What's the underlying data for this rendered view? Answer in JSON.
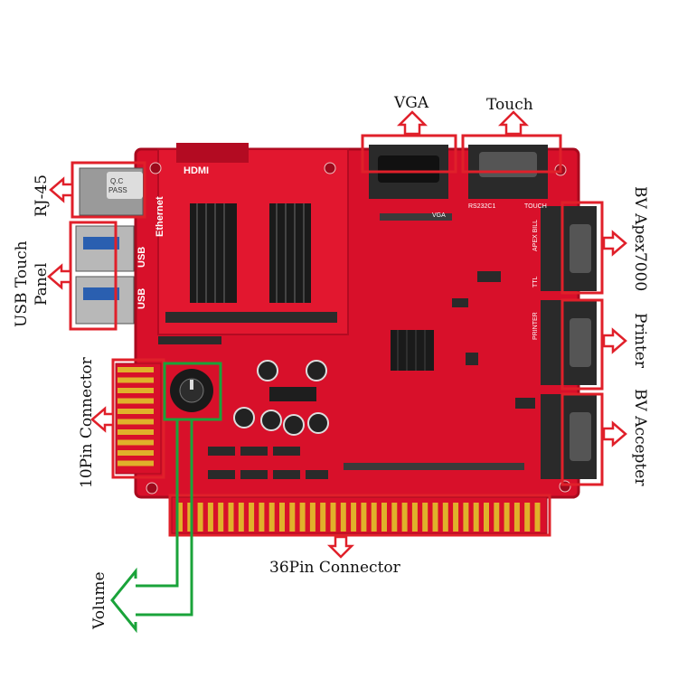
{
  "labels": {
    "vga": "VGA",
    "touch": "Touch",
    "rj45": "RJ-45",
    "usb_touch_panel": "USB Touch\nPanel",
    "usb_touch_line1": "USB Touch",
    "usb_touch_line2": "Panel",
    "pin10": "10Pin Connector",
    "pin36": "36Pin Connector",
    "volume": "Volume",
    "bv_apex": "BV Apex7000",
    "printer": "Printer",
    "bv_accepter": "BV Accepter"
  },
  "board_text": {
    "hdmi": "HDMI",
    "ethernet": "Ethernet",
    "usb1": "USB",
    "usb2": "USB",
    "vga_small": "VGA",
    "rs232": "RS232C1",
    "touch_small": "TOUCH",
    "apex_bill": "APEX BILL",
    "ttl": "TTL",
    "printer_small": "PRINTER",
    "qc": "Q.C",
    "pass": "PASS"
  },
  "colors": {
    "board": "#d8102a",
    "board_dark": "#a80a1e",
    "callout": "#e0202a",
    "volume_line": "#1aa33a",
    "gold": "#e0b12a",
    "heatsink": "#1a1a1a"
  }
}
